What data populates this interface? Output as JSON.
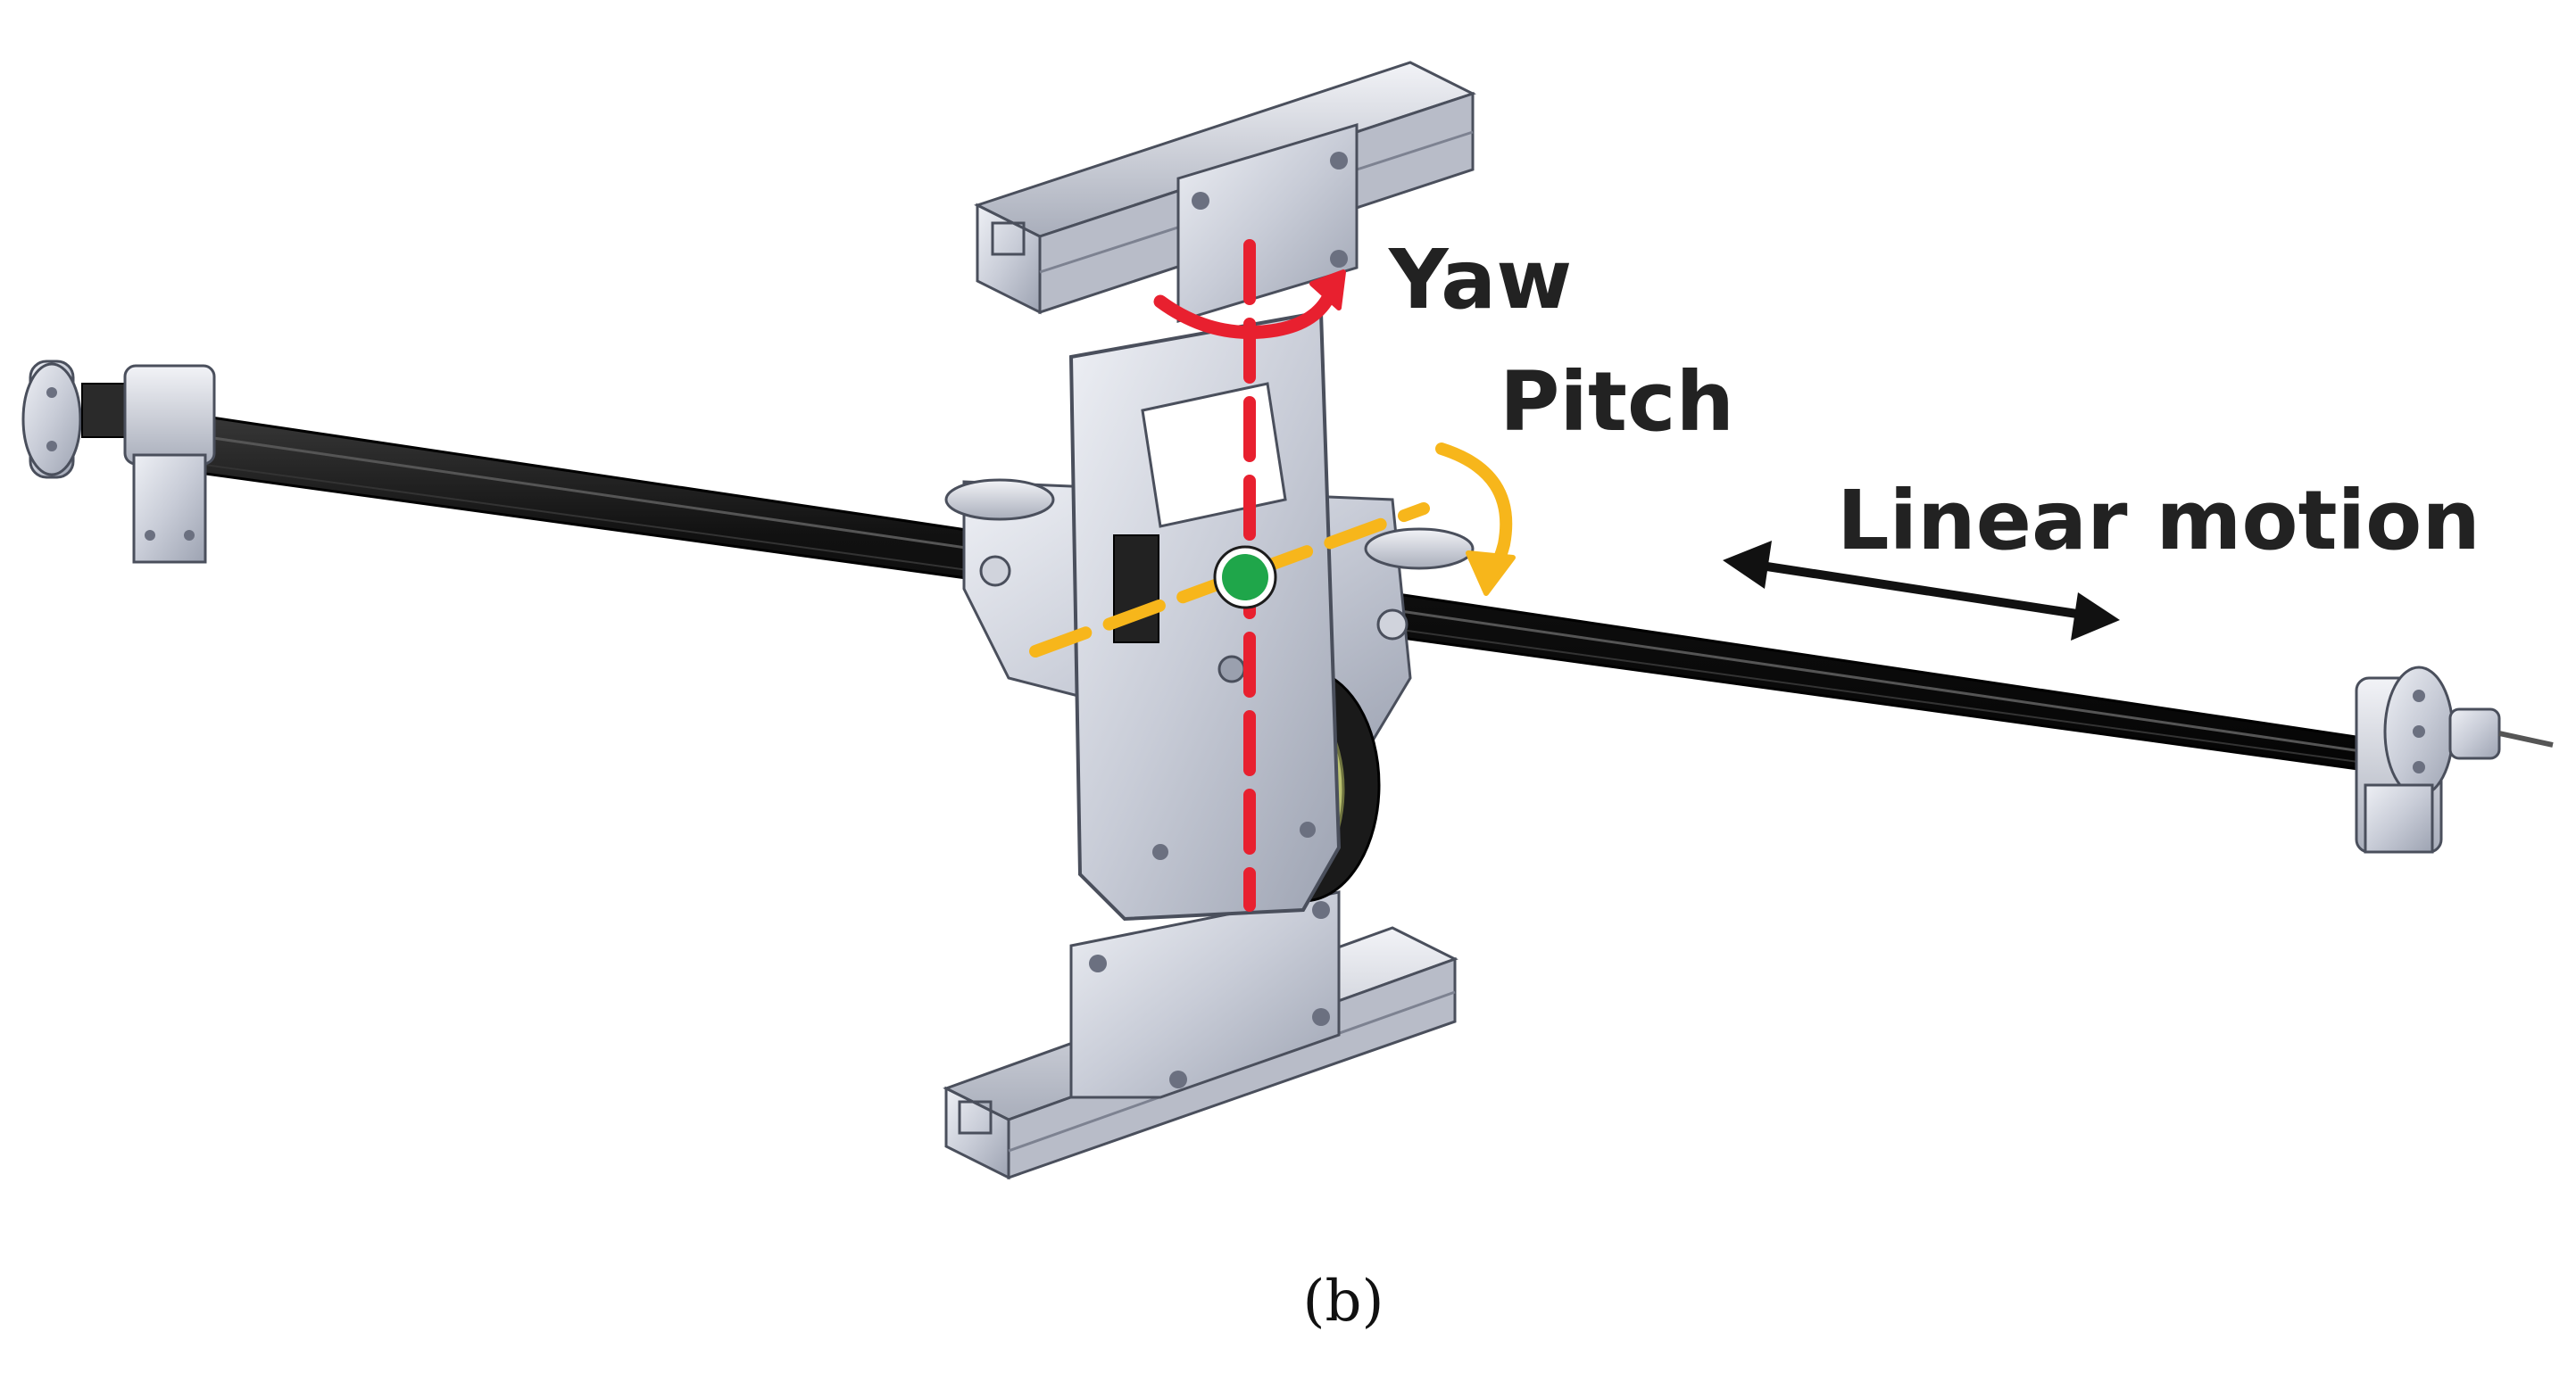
{
  "labels": {
    "yaw": "Yaw",
    "pitch": "Pitch",
    "linear": "Linear motion"
  },
  "caption": "(b)",
  "colors": {
    "yaw_axis": "#e8202f",
    "pitch_axis": "#f7b61b",
    "center_point": "#1fa64a",
    "motion_arrow": "#111111",
    "rail": "#141414",
    "frame_metal": "#c9ccd6"
  },
  "icons": {
    "yaw_rotation": "curved-arrow-icon",
    "pitch_rotation": "curved-arrow-icon",
    "linear_motion": "double-arrow-icon"
  }
}
